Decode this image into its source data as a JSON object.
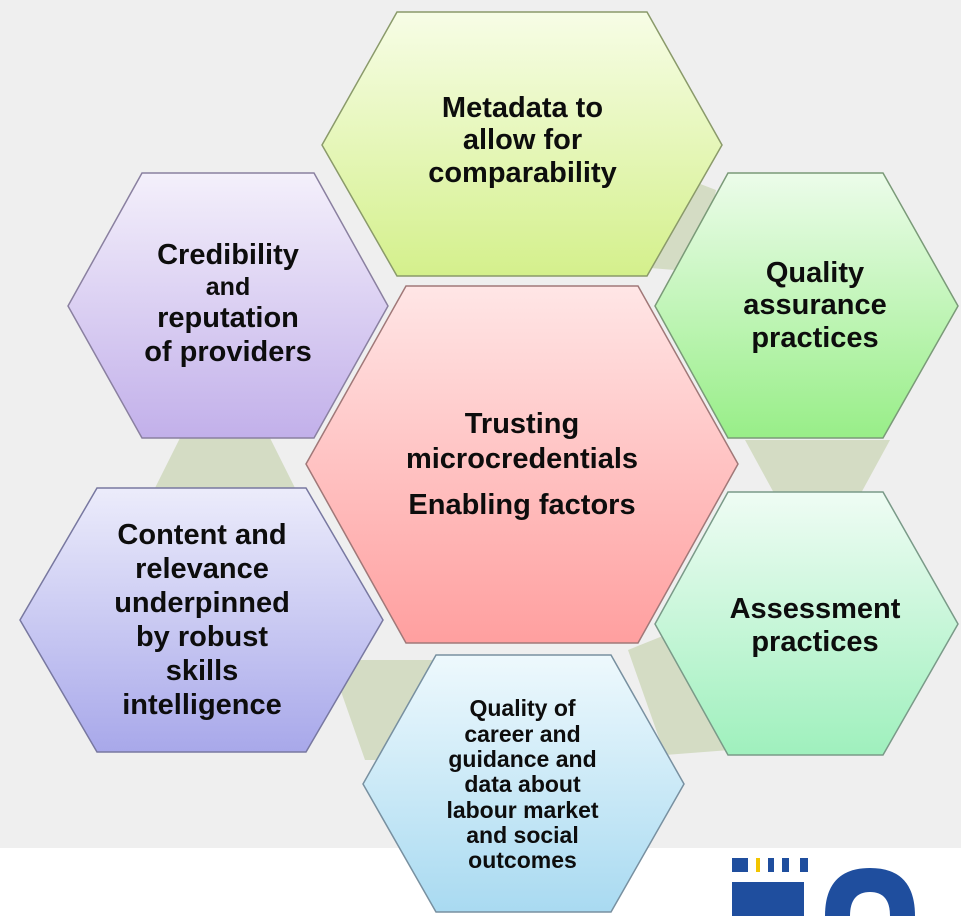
{
  "diagram": {
    "center": {
      "lines": [
        "Trusting",
        "microcredentials"
      ],
      "subtitle": "Enabling factors"
    },
    "hexagons": [
      {
        "id": "metadata",
        "lines": [
          "Metadata to",
          "allow for",
          "comparability"
        ],
        "color": "#e6f7b6"
      },
      {
        "id": "quality-assurance",
        "lines": [
          "Quality",
          "assurance",
          "practices"
        ],
        "color": "#b8f3a8"
      },
      {
        "id": "assessment",
        "lines": [
          "Assessment",
          "practices"
        ],
        "color": "#bff3d6"
      },
      {
        "id": "career-guidance",
        "lines": [
          "Quality of",
          "career and",
          "guidance and",
          "data about",
          "labour market",
          "and social",
          "outcomes"
        ],
        "color": "#c7e7f5"
      },
      {
        "id": "content-relevance",
        "lines": [
          "Content and",
          "relevance",
          "underpinned",
          "by robust",
          "skills",
          "intelligence"
        ],
        "color": "#c8c8f2"
      },
      {
        "id": "credibility",
        "lines": [
          "Credibility",
          "and",
          "reputation",
          "of providers"
        ],
        "color": "#dcd0f2"
      }
    ],
    "center_color": "#ffb0b0",
    "connector_color": "#d8dfc8"
  },
  "logo": {
    "name": "logo-icon",
    "color": "#1f4e9e"
  }
}
